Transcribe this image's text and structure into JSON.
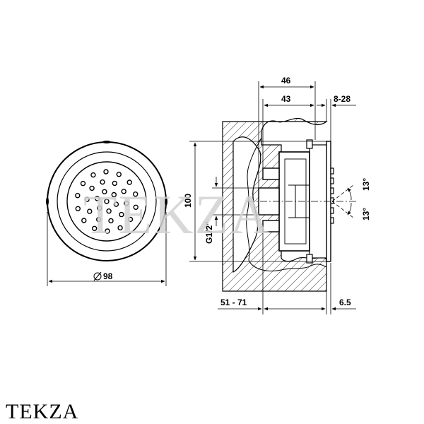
{
  "watermark": "TEKZA",
  "brand": "TEKZA",
  "front_view": {
    "diameter_label": "98",
    "jet_count": 31
  },
  "side_view": {
    "dim_total_depth": "46",
    "dim_body_depth": "43",
    "dim_adjust_range": "8-28",
    "dim_height": "100",
    "dim_thread": "G1/2\"",
    "dim_wall_range": "51 - 71",
    "dim_plate": "6.5",
    "angle_up": "13°",
    "angle_down": "13°"
  }
}
